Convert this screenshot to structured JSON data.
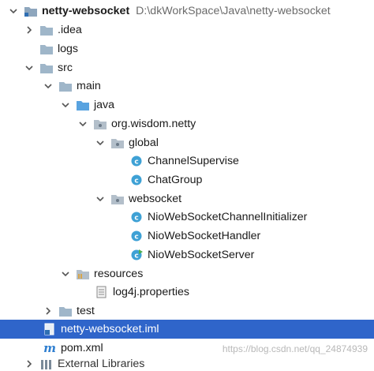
{
  "project": {
    "name": "netty-websocket",
    "path": "D:\\dkWorkSpace\\Java\\netty-websocket"
  },
  "nodes": {
    "idea": ".idea",
    "logs": "logs",
    "src": "src",
    "main": "main",
    "java": "java",
    "package": "org.wisdom.netty",
    "global": "global",
    "channel_supervise": "ChannelSupervise",
    "chat_group": "ChatGroup",
    "websocket": "websocket",
    "channel_initializer": "NioWebSocketChannelInitializer",
    "handler": "NioWebSocketHandler",
    "server": "NioWebSocketServer",
    "resources": "resources",
    "log4j": "log4j.properties",
    "test": "test",
    "iml": "netty-websocket.iml",
    "pom": "pom.xml",
    "external": "External Libraries"
  },
  "watermark": "https://blog.csdn.net/qq_24874939",
  "colors": {
    "selection": "#2f65ca",
    "folder": "#9fb6c9",
    "class_icon": "#3ea1d5",
    "maven": "#2f7fd0"
  }
}
